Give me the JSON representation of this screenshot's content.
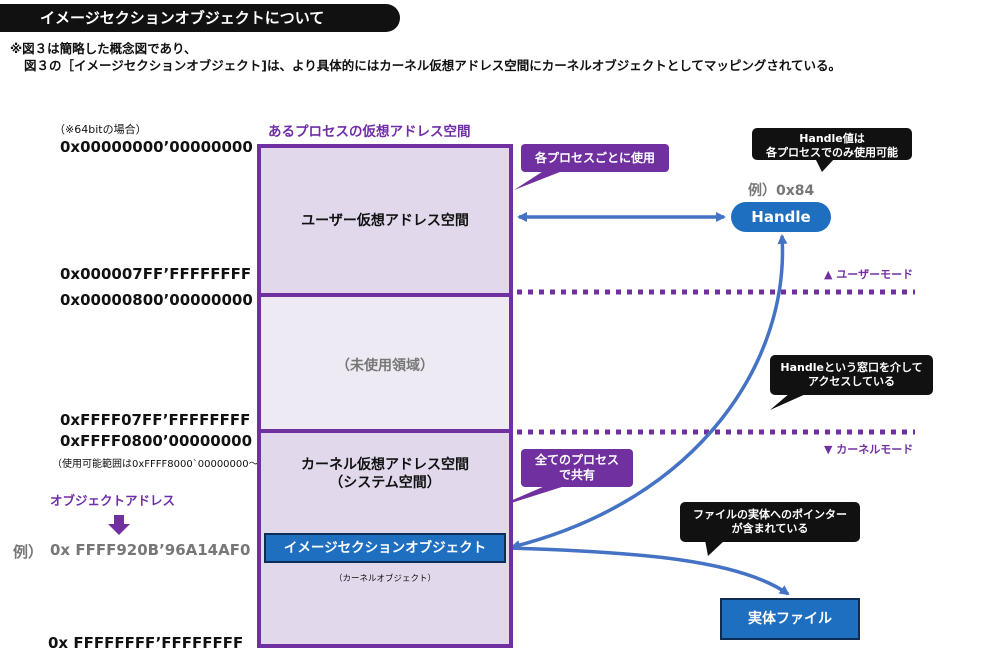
{
  "header": {
    "title": "イメージセクションオブジェクトについて",
    "note_line1": "※図３は簡略した概念図であり、",
    "note_line2": "図３の［イメージセクションオブジェクト]は、より具体的にはカーネル仮想アドレス空間にカーネルオブジェクトとしてマッピングされている。"
  },
  "address_axis": {
    "note": "（※64bitの場合）",
    "addr_start": "0x00000000’00000000",
    "addr_user_end": "0x000007FF’FFFFFFFF",
    "addr_unused_start": "0x00000800’00000000",
    "addr_unused_end": "0xFFFF07FF’FFFFFFFF",
    "addr_kernel_start": "0xFFFF0800’00000000",
    "usable_range_note": "（使用可能範囲は0xFFFF8000`00000000～）",
    "object_address_label": "オブジェクトアドレス",
    "object_address_example_prefix": "例）",
    "object_address_example": "0x FFFF920B’96A14AF0",
    "addr_end": "0x FFFFFFFF’FFFFFFFF"
  },
  "vas": {
    "title": "あるプロセスの仮想アドレス空間",
    "user_space": "ユーザー仮想アドレス空間",
    "unused": "（未使用領域）",
    "kernel_space_line1": "カーネル仮想アドレス空間",
    "kernel_space_line2": "（システム空間）",
    "image_section_object": "イメージセクションオブジェクト",
    "kernel_object_note": "（カーネルオブジェクト）"
  },
  "callouts": {
    "per_process": "各プロセスごとに使用",
    "shared_line1": "全てのプロセス",
    "shared_line2": "で共有",
    "handle_value_line1": "Handle値は",
    "handle_value_line2": "各プロセスでのみ使用可能",
    "handle_window_line1": "Handleという窓口を介して",
    "handle_window_line2": "アクセスしている",
    "file_pointer_line1": "ファイルの実体へのポインター",
    "file_pointer_line2": "が含まれている"
  },
  "handle": {
    "example": "例）0x84",
    "label": "Handle"
  },
  "file": {
    "label": "実体ファイル"
  },
  "modes": {
    "user_mode": "▲ ユーザーモード",
    "kernel_mode": "▼ カーネルモード"
  },
  "colors": {
    "purple": "#7030a0",
    "blue": "#1f6fc0",
    "arrow_blue": "#4472c4",
    "light_purple": "#e1d8ec"
  }
}
